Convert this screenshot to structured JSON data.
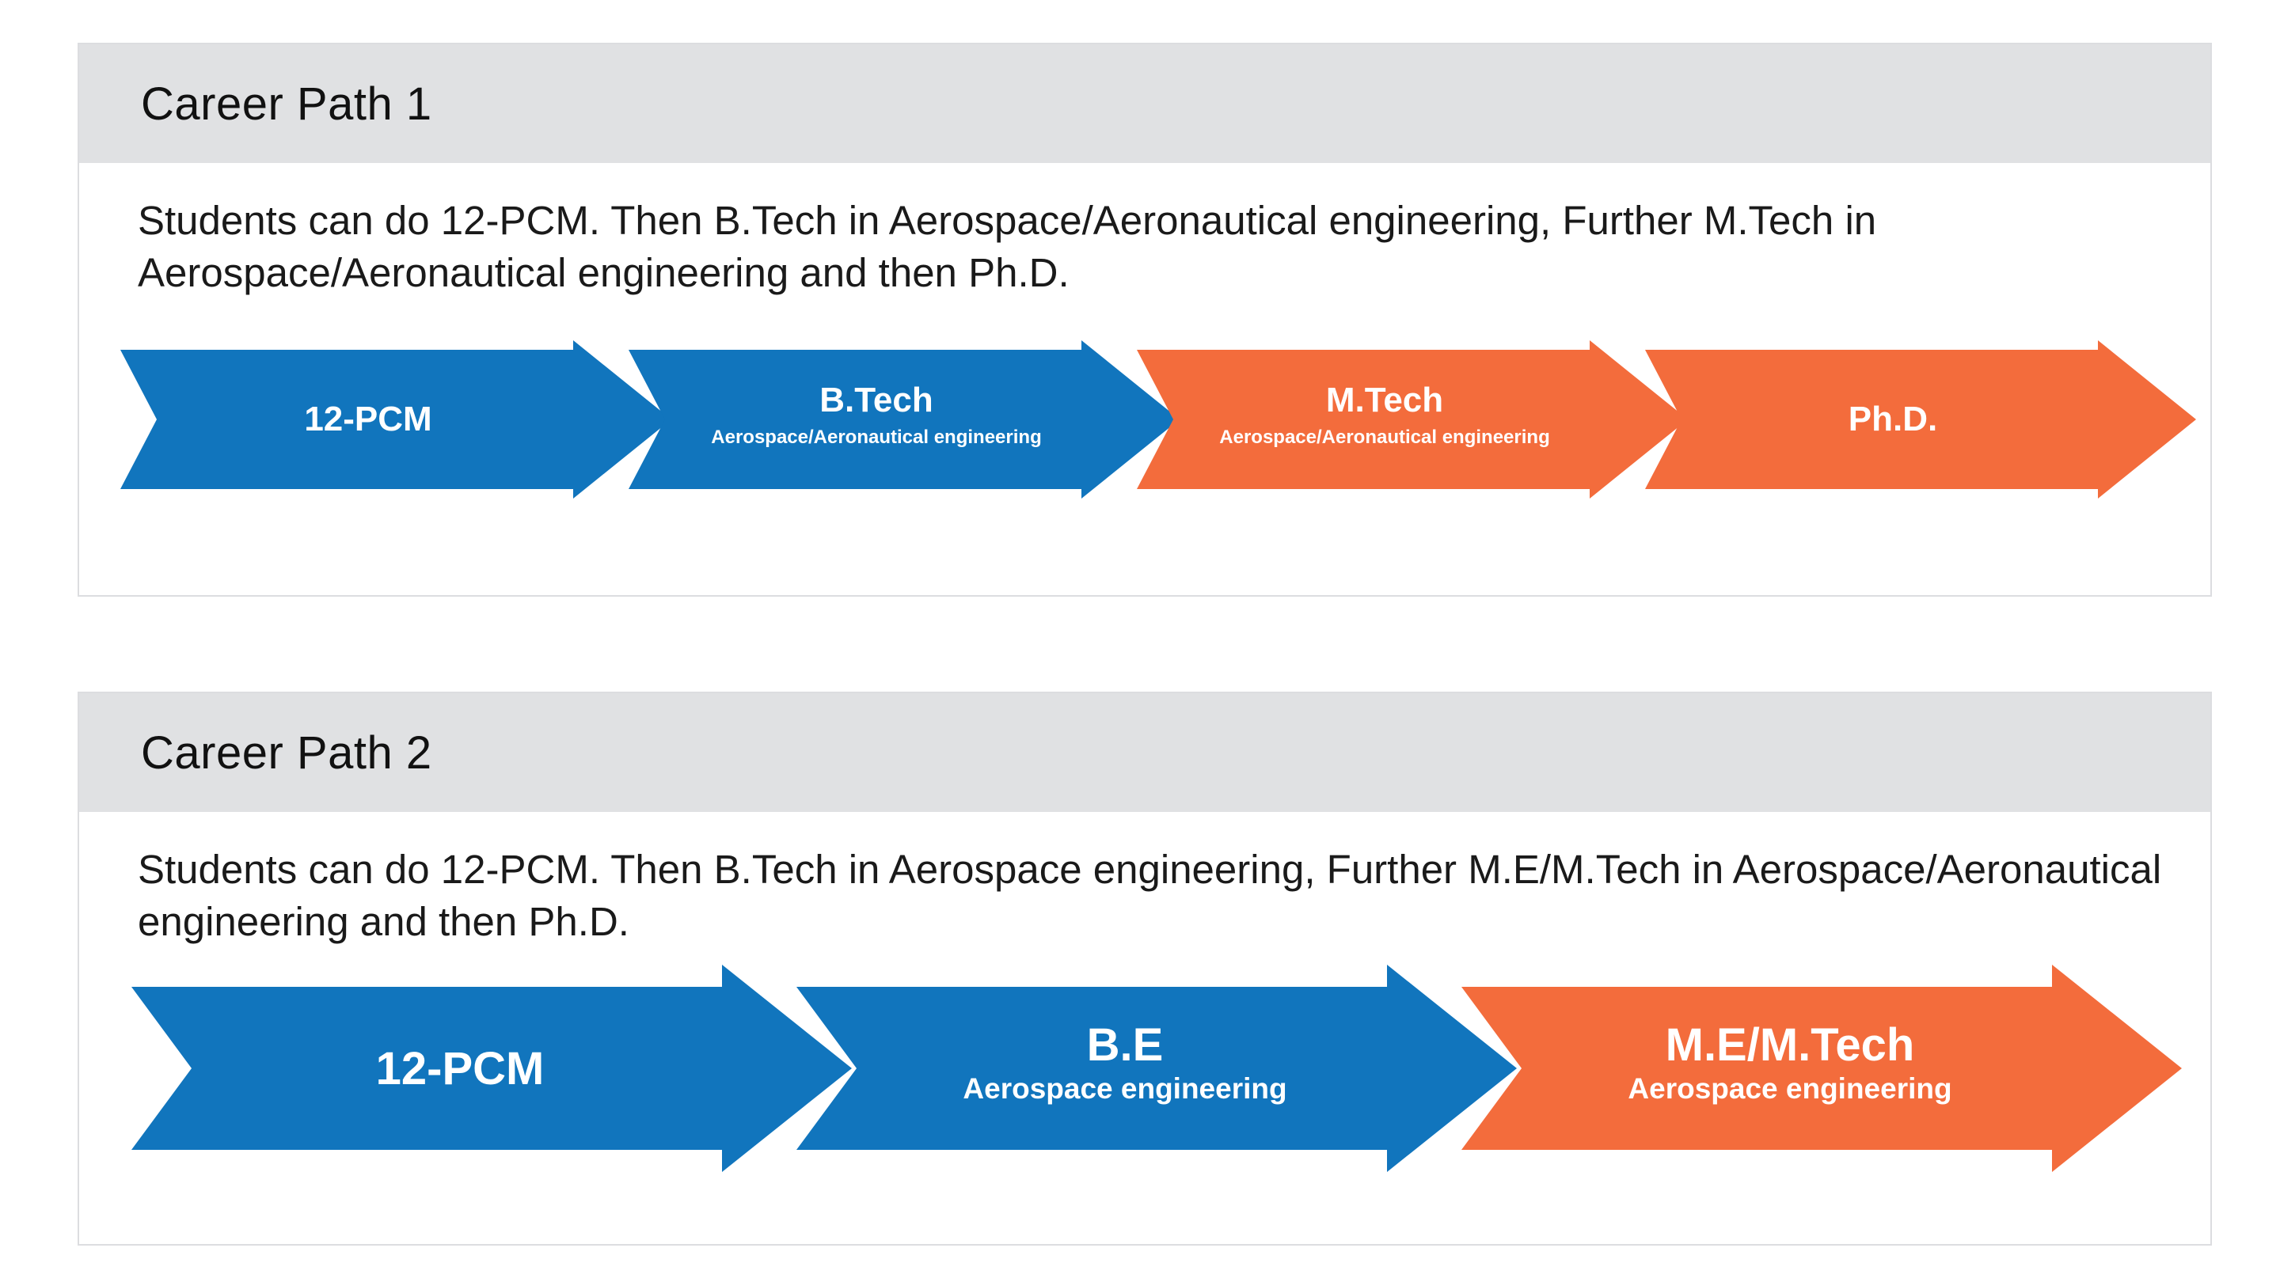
{
  "colors": {
    "blue": "#1175bd",
    "orange": "#f36c3c",
    "header_bg": "#e0e1e3",
    "border": "#dcdde0"
  },
  "paths": [
    {
      "title": "Career Path 1",
      "description": "Students can do 12-PCM. Then B.Tech in Aerospace/Aeronautical engineering, Further M.Tech in Aerospace/Aeronautical engineering and then Ph.D.",
      "steps": [
        {
          "label": "12-PCM",
          "sublabel": "",
          "color": "blue"
        },
        {
          "label": "B.Tech",
          "sublabel": "Aerospace/Aeronautical engineering",
          "color": "blue"
        },
        {
          "label": "M.Tech",
          "sublabel": "Aerospace/Aeronautical engineering",
          "color": "orange"
        },
        {
          "label": "Ph.D.",
          "sublabel": "",
          "color": "orange"
        }
      ]
    },
    {
      "title": "Career Path 2",
      "description": "Students can do 12-PCM. Then B.Tech in Aerospace engineering, Further M.E/M.Tech in Aerospace/Aeronautical engineering and then Ph.D.",
      "steps": [
        {
          "label": "12-PCM",
          "sublabel": "",
          "color": "blue"
        },
        {
          "label": "B.E",
          "sublabel": "Aerospace engineering",
          "color": "blue"
        },
        {
          "label": "M.E/M.Tech",
          "sublabel": "Aerospace engineering",
          "color": "orange"
        }
      ]
    }
  ]
}
